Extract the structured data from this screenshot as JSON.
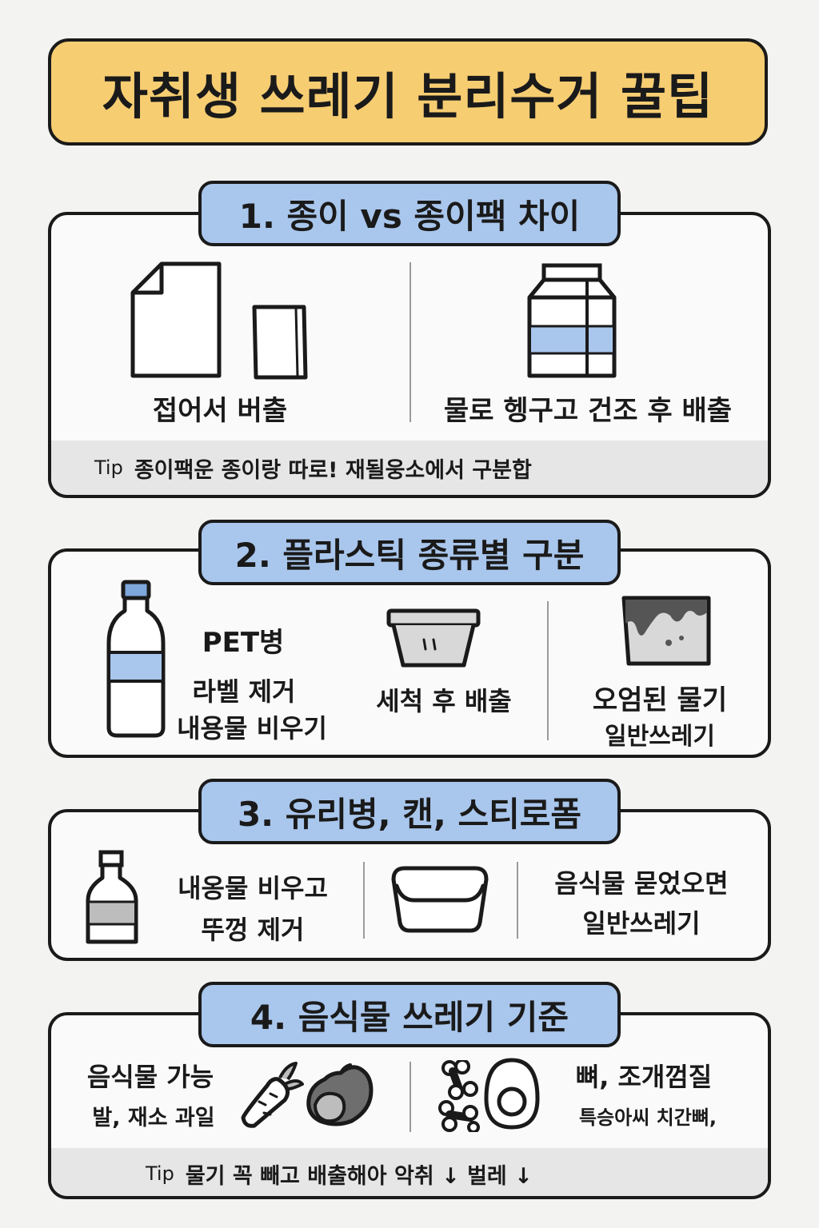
{
  "title": "자취생 쓰레기 분리수거 꿀팁",
  "colors": {
    "accent_yellow": "#f7cd72",
    "accent_blue": "#a9c6ec",
    "outline": "#1a1a1a",
    "tip_bg": "#e6e6e6"
  },
  "tip_label": "Tip",
  "section1": {
    "heading": "1. 종이 vs 종이팩 차이",
    "left": {
      "icon": "paper-sheets-icon",
      "caption": "접어서 버출"
    },
    "right": {
      "icon": "milk-carton-icon",
      "caption": "물로 헹구고 건조 후 배출"
    },
    "tip": "종이팩운 종이랑 따로! 재될웅소에서 구분합"
  },
  "section2": {
    "heading": "2. 플라스틱 종류별 구분",
    "pet": {
      "icon": "pet-bottle-icon",
      "label": "PET병",
      "line1": "라벨 제거",
      "line2": "내용물 비우기"
    },
    "container": {
      "icon": "plastic-container-icon",
      "label": "세척 후 배출"
    },
    "dirty": {
      "icon": "dirty-container-icon",
      "label": "오엄된 물기",
      "sub": "일반쓰레기"
    }
  },
  "section3": {
    "heading": "3. 유리병, 캔, 스티로폼",
    "bottle": {
      "icon": "glass-bottle-icon",
      "line1": "내옹물 비우고",
      "line2": "뚜껑 제거"
    },
    "styrofoam": {
      "icon": "styrofoam-bowl-icon"
    },
    "note": {
      "line1": "음식물 묻었오면",
      "line2": "일반쓰레기"
    }
  },
  "section4": {
    "heading": "4. 음식물 쓰레기 기준",
    "allowed": {
      "label": "음식물 가능",
      "sub": "발, 재소 과일",
      "icons": [
        "carrot-icon",
        "vegetable-icon"
      ]
    },
    "not_allowed": {
      "label": "뼈, 조개껌질",
      "sub": "특승아씨 치간뼈,",
      "icons": [
        "bone-icon",
        "egg-icon"
      ]
    },
    "tip": "물기 꼭 빼고 배출해아 악취 ↓ 벌레 ↓"
  }
}
